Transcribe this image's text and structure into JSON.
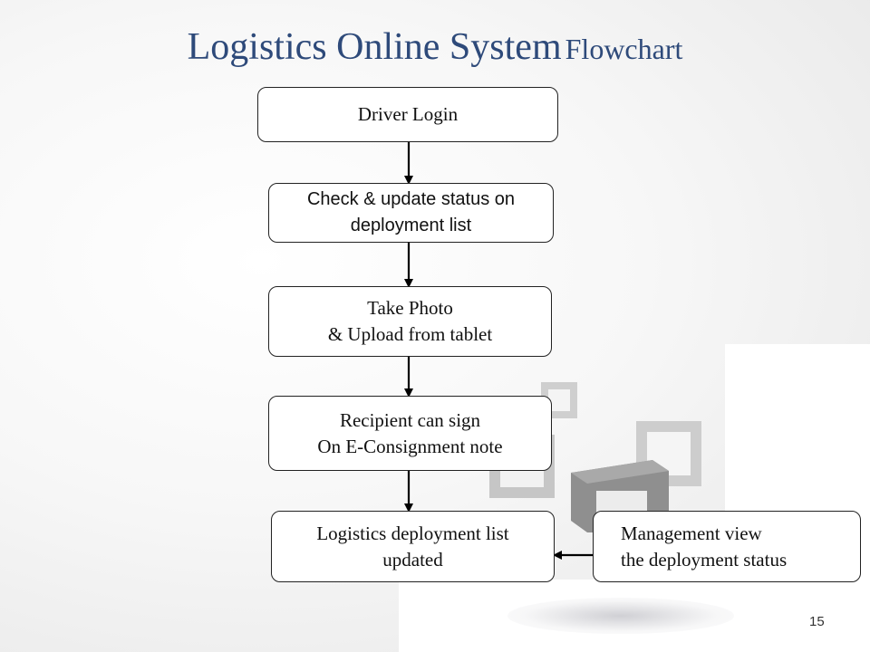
{
  "slide": {
    "title_main": "Logistics Online System",
    "title_sub": "Flowchart",
    "page_number": "15"
  },
  "flow": {
    "step1": "Driver Login",
    "step2": "Check & update status on\ndeployment list",
    "step3": "Take Photo\n& Upload from tablet",
    "step4": "Recipient can sign\nOn E-Consignment note",
    "step5": "Logistics deployment list\nupdated",
    "management": "Management view\nthe deployment status"
  },
  "colors": {
    "title": "#2e4a7a",
    "box_border": "#222222",
    "arrow": "#000000"
  }
}
